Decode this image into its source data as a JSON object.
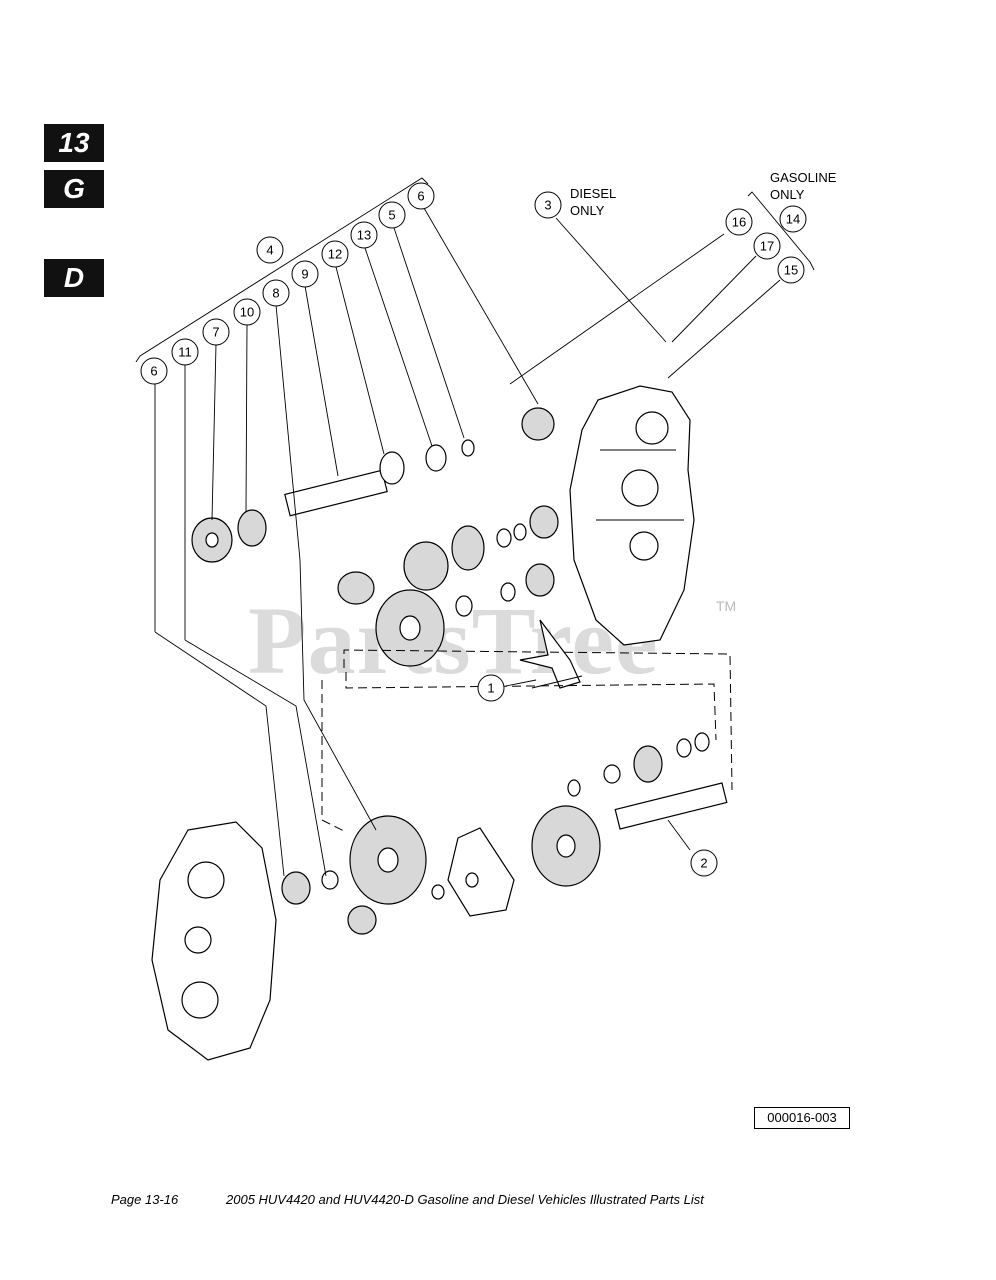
{
  "section_tabs": [
    "13",
    "G",
    "D"
  ],
  "notes": {
    "diesel": "DIESEL ONLY",
    "gasoline": "GASOLINE ONLY"
  },
  "callouts": [
    "1",
    "2",
    "3",
    "4",
    "5",
    "6",
    "6",
    "7",
    "8",
    "9",
    "10",
    "11",
    "12",
    "13",
    "14",
    "15",
    "16",
    "17"
  ],
  "watermark": {
    "text": "PartsTree",
    "tm": "TM"
  },
  "figure_code": "000016-003",
  "footer": {
    "page": "Page 13-16",
    "title": "2005 HUV4420 and HUV4420-D Gasoline and Diesel Vehicles Illustrated Parts List"
  }
}
